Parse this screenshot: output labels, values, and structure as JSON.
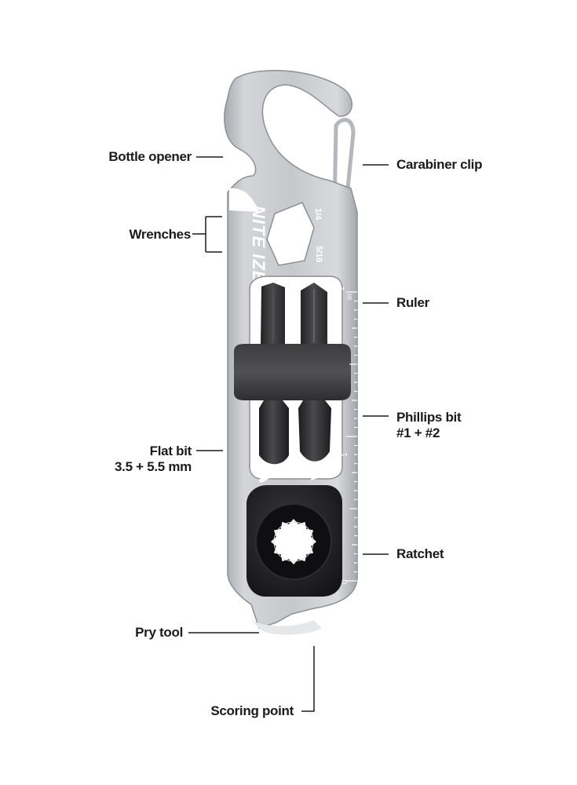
{
  "device": {
    "brand_logo": "NITE IZE",
    "wrench_sizes": [
      "1/4",
      "5/16"
    ],
    "ruler_unit": "in",
    "ruler_marks": [
      "2",
      "1",
      "0"
    ]
  },
  "callouts": {
    "bottle_opener": "Bottle opener",
    "carabiner_clip": "Carabiner clip",
    "wrenches": "Wrenches",
    "ruler": "Ruler",
    "phillips_bit_line1": "Phillips bit",
    "phillips_bit_line2": "#1 + #2",
    "flat_bit_line1": "Flat bit",
    "flat_bit_line2": "3.5 + 5.5 mm",
    "ratchet": "Ratchet",
    "pry_tool": "Pry tool",
    "scoring_point": "Scoring point"
  },
  "colors": {
    "steel": "#c9cbce",
    "steel_dark": "#9a9da2",
    "bit_black": "#2a2a2c",
    "ratchet_black": "#1e1e20",
    "label": "#1b1b1b"
  }
}
